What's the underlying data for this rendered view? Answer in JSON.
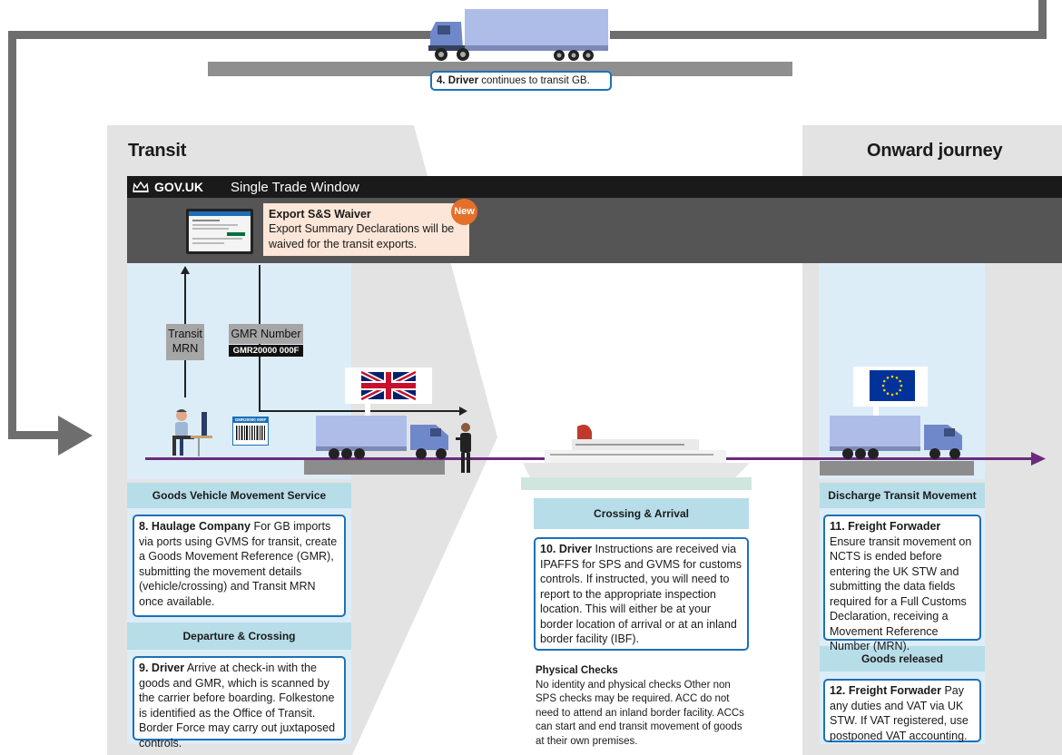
{
  "top": {
    "step4": {
      "num": "4.",
      "actor": "Driver",
      "text": " continues to transit GB."
    }
  },
  "transit": {
    "title": "Transit"
  },
  "onward": {
    "title": "Onward journey"
  },
  "stw": {
    "brand": "GOV.UK",
    "service": "Single Trade Window",
    "waiver": {
      "title": "Export S&S Waiver",
      "text": "Export Summary Declarations will be waived for the transit exports.",
      "badge": "New"
    }
  },
  "labels": {
    "transit_mrn_line1": "Transit",
    "transit_mrn_line2": "MRN",
    "gmr_number": "GMR Number",
    "gmr_code": "GMR20000 000F",
    "scan_code": "GMR20000 000F"
  },
  "stages": {
    "gvms": "Goods Vehicle Movement Service",
    "departure": "Departure & Crossing",
    "crossing_arrival": "Crossing & Arrival",
    "discharge": "Discharge Transit Movement",
    "goods_released": "Goods released"
  },
  "steps": {
    "s8": {
      "num": "8.",
      "actor": "Haulage Company",
      "text": " For GB imports via ports using GVMS for transit, create a Goods Movement Reference (GMR), submitting the movement details (vehicle/crossing) and Transit MRN once available."
    },
    "s9": {
      "num": "9.",
      "actor": "Driver",
      "text": " Arrive at check-in with the goods and GMR, which is scanned by the carrier before boarding. Folkestone is identified as the Office of Transit. Border Force may carry out juxtaposed controls."
    },
    "s10": {
      "num": "10.",
      "actor": "Driver",
      "text": " Instructions are received via IPAFFS for SPS and GVMS for customs controls. If instructed, you will need to report to the appropriate inspection location. This will either be at your border location of arrival or at an inland border facility (IBF)."
    },
    "s11": {
      "num": "11.",
      "actor": "Freight Forwader",
      "text": " Ensure transit movement on NCTS is ended before entering the UK STW and submitting the data fields required for a Full Customs Declaration, receiving a Movement Reference Number (MRN)."
    },
    "s12": {
      "num": "12.",
      "actor": "Freight Forwader",
      "text": " Pay any duties and VAT via UK STW. If VAT registered, use postponed VAT accounting."
    }
  },
  "physical": {
    "title": "Physical Checks",
    "text": "No identity and physical checks Other non SPS checks may be required. ACC do not need to attend an inland border facility. ACCs can start and end transit movement of goods at their own premises."
  },
  "colors": {
    "accent_blue": "#1d70b8",
    "stage_blue": "#b7dde8",
    "light_blue": "#dcedf8",
    "purple_line": "#6a2b7e",
    "new_badge": "#e5702a",
    "waiver_bg": "#fbe6d7"
  }
}
